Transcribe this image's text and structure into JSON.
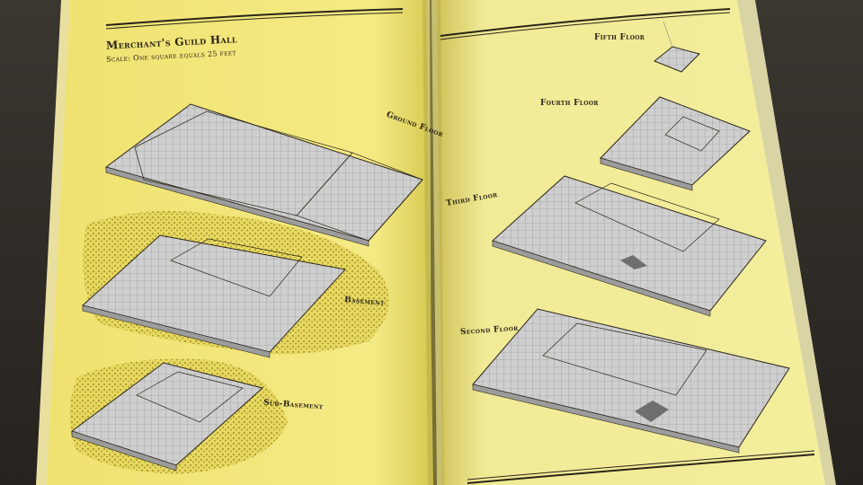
{
  "left_page": {
    "title": "Merchant's Guild Hall",
    "scale_note": "Scale: One square equals 25 feet",
    "floor_labels": {
      "ground": "Ground Floor",
      "basement": "Basement",
      "sub_basement": "Sub-Basement"
    }
  },
  "right_page": {
    "floor_labels": {
      "fifth": "Fifth Floor",
      "fourth": "Fourth Floor",
      "third": "Third Floor",
      "second": "Second Floor"
    }
  },
  "colors": {
    "paper": "#f2e87a",
    "paper_shadow": "#d8cb55",
    "grid_floor": "#c9c9c9",
    "ink": "#2a2418",
    "foliage": "#b8a63a",
    "background": "#2a2722"
  }
}
